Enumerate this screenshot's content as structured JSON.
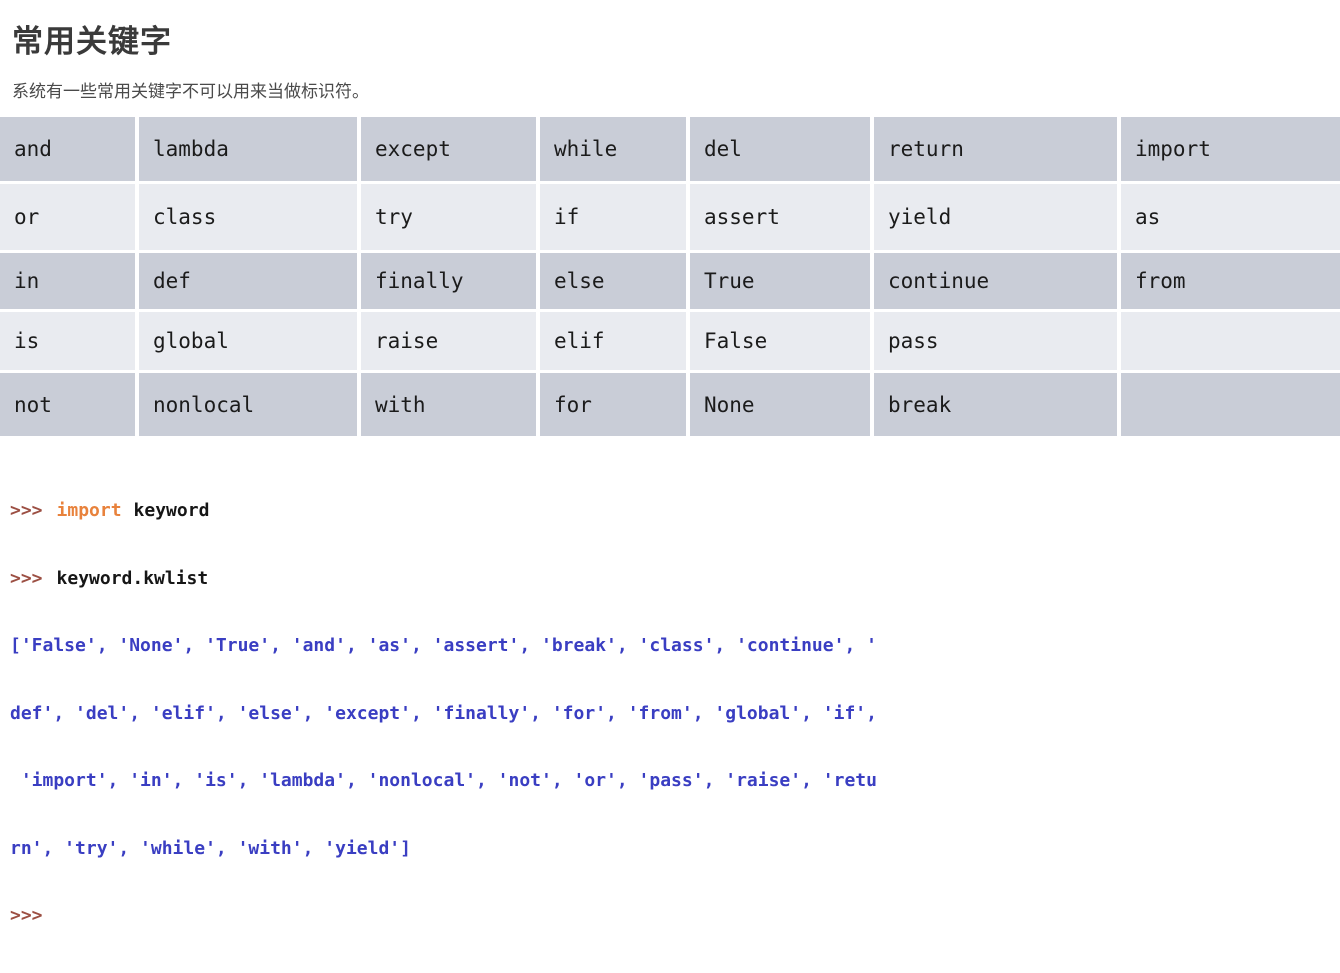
{
  "page": {
    "title": "常用关键字",
    "subtitle": "系统有一些常用关键字不可以用来当做标识符。"
  },
  "table": {
    "rows": [
      [
        "and",
        "lambda",
        "except",
        "while",
        "del",
        "return",
        "import"
      ],
      [
        "or",
        "class",
        "try",
        "if",
        "assert",
        "yield",
        "as"
      ],
      [
        "in",
        "def",
        "finally",
        "else",
        "True",
        "continue",
        "from"
      ],
      [
        "is",
        "global",
        "raise",
        "elif",
        "False",
        "pass",
        ""
      ],
      [
        "not",
        "nonlocal",
        "with",
        "for",
        "None",
        "break",
        ""
      ]
    ]
  },
  "console": {
    "line1": {
      "prompt": ">>>",
      "keyword": "import",
      "code": "keyword"
    },
    "line2": {
      "prompt": ">>>",
      "code": "keyword.kwlist"
    },
    "output_lines": [
      "['False', 'None', 'True', 'and', 'as', 'assert', 'break', 'class', 'continue', '",
      "def', 'del', 'elif', 'else', 'except', 'finally', 'for', 'from', 'global', 'if',",
      " 'import', 'in', 'is', 'lambda', 'nonlocal', 'not', 'or', 'pass', 'raise', 'retu",
      "rn', 'try', 'while', 'with', 'yield']"
    ],
    "trailing_prompt": ">>>"
  },
  "colors": {
    "row_dark": "#c9cdd7",
    "row_light": "#e9ebf0",
    "prompt_brown": "#9c4f43",
    "keyword_orange": "#e8823c",
    "output_blue": "#3a3ec2",
    "cell_text": "#1b1b1b",
    "title_text": "#3a3a3a"
  }
}
